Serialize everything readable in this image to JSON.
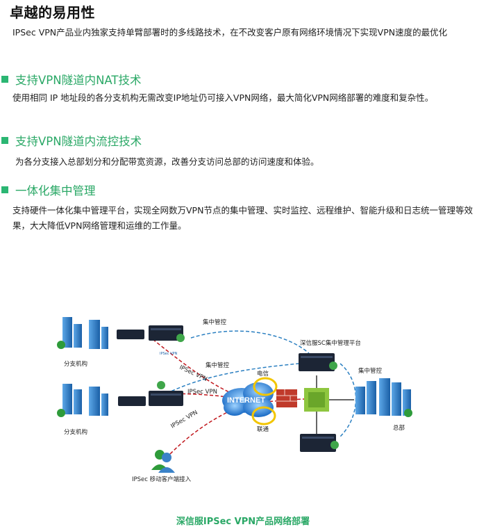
{
  "title": "卓越的易用性",
  "intro": "IPSec VPN产品业内独家支持单臂部署时的多线路技术，在不改变客户原有网络环境情况下实现VPN速度的最优化",
  "sections": [
    {
      "heading": "支持VPN隧道内NAT技术",
      "text": "使用相同 IP 地址段的各分支机构无需改变IP地址仍可接入VPN网络，最大简化VPN网络部署的难度和复杂性。"
    },
    {
      "heading": "支持VPN隧道内流控技术",
      "text": "为各分支接入总部划分和分配带宽资源，改善分支访问总部的访问速度和体验。"
    },
    {
      "heading": "一体化集中管理",
      "text": "支持硬件一体化集中管理平台，实现全网数万VPN节点的集中管理、实时监控、远程维护、智能升级和日志统一管理等效果，大大降低VPN网络管理和运维的工作量。"
    }
  ],
  "diagram": {
    "branch1": "分支机构",
    "branch2": "分支机构",
    "hq": "总部",
    "mgmt_platform": "深信服SC集中管理平台",
    "mgmt1": "集中管控",
    "mgmt2": "集中管控",
    "mgmt3": "集中管控",
    "telecom": "电信",
    "unicom": "联通",
    "internet": "INTERNET",
    "tunnel1": "IPSec VPN",
    "tunnel2": "IPSec VPN",
    "tunnel3": "IPSec VPN",
    "mobile": "IPSec 移动客户端接入",
    "dev_label": "IPSec VPN"
  },
  "caption": "深信服IPSec VPN产品网络部署",
  "colors": {
    "accent": "#2bb673",
    "dash_blue": "#2a7fc1",
    "dash_red": "#c0151b"
  }
}
